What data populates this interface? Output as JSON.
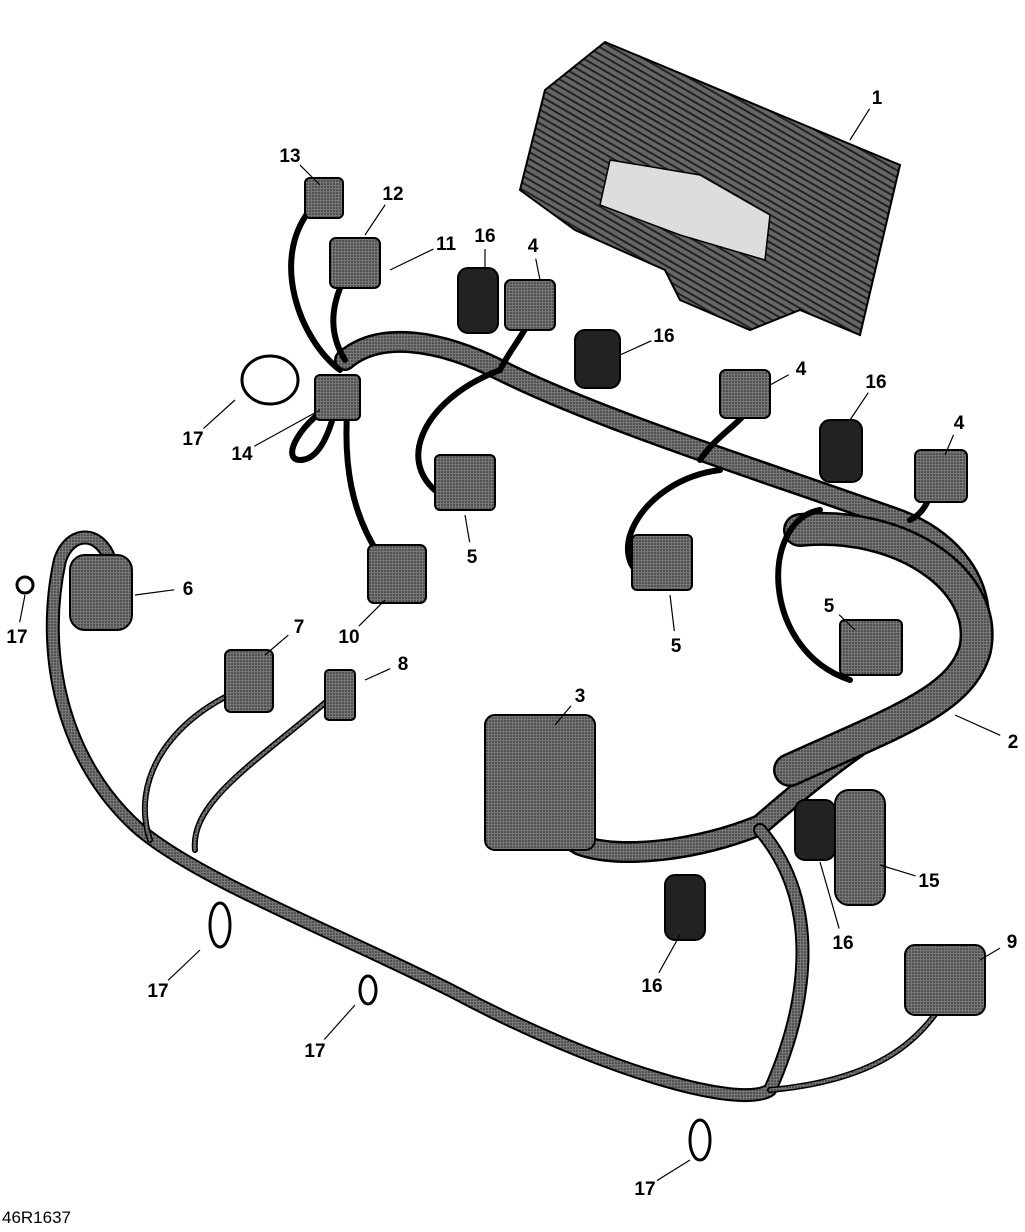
{
  "figure_id": "46R1637",
  "colors": {
    "line": "#000000",
    "part_fill": "#5a5a5a",
    "harness": "#2b2b2b",
    "background": "#ffffff"
  },
  "callouts": [
    "1",
    "13",
    "12",
    "11",
    "16",
    "4",
    "16",
    "4",
    "16",
    "4",
    "17",
    "14",
    "5",
    "5",
    "5",
    "6",
    "17",
    "10",
    "7",
    "8",
    "3",
    "2",
    "15",
    "16",
    "9",
    "16",
    "17",
    "17",
    "17"
  ]
}
